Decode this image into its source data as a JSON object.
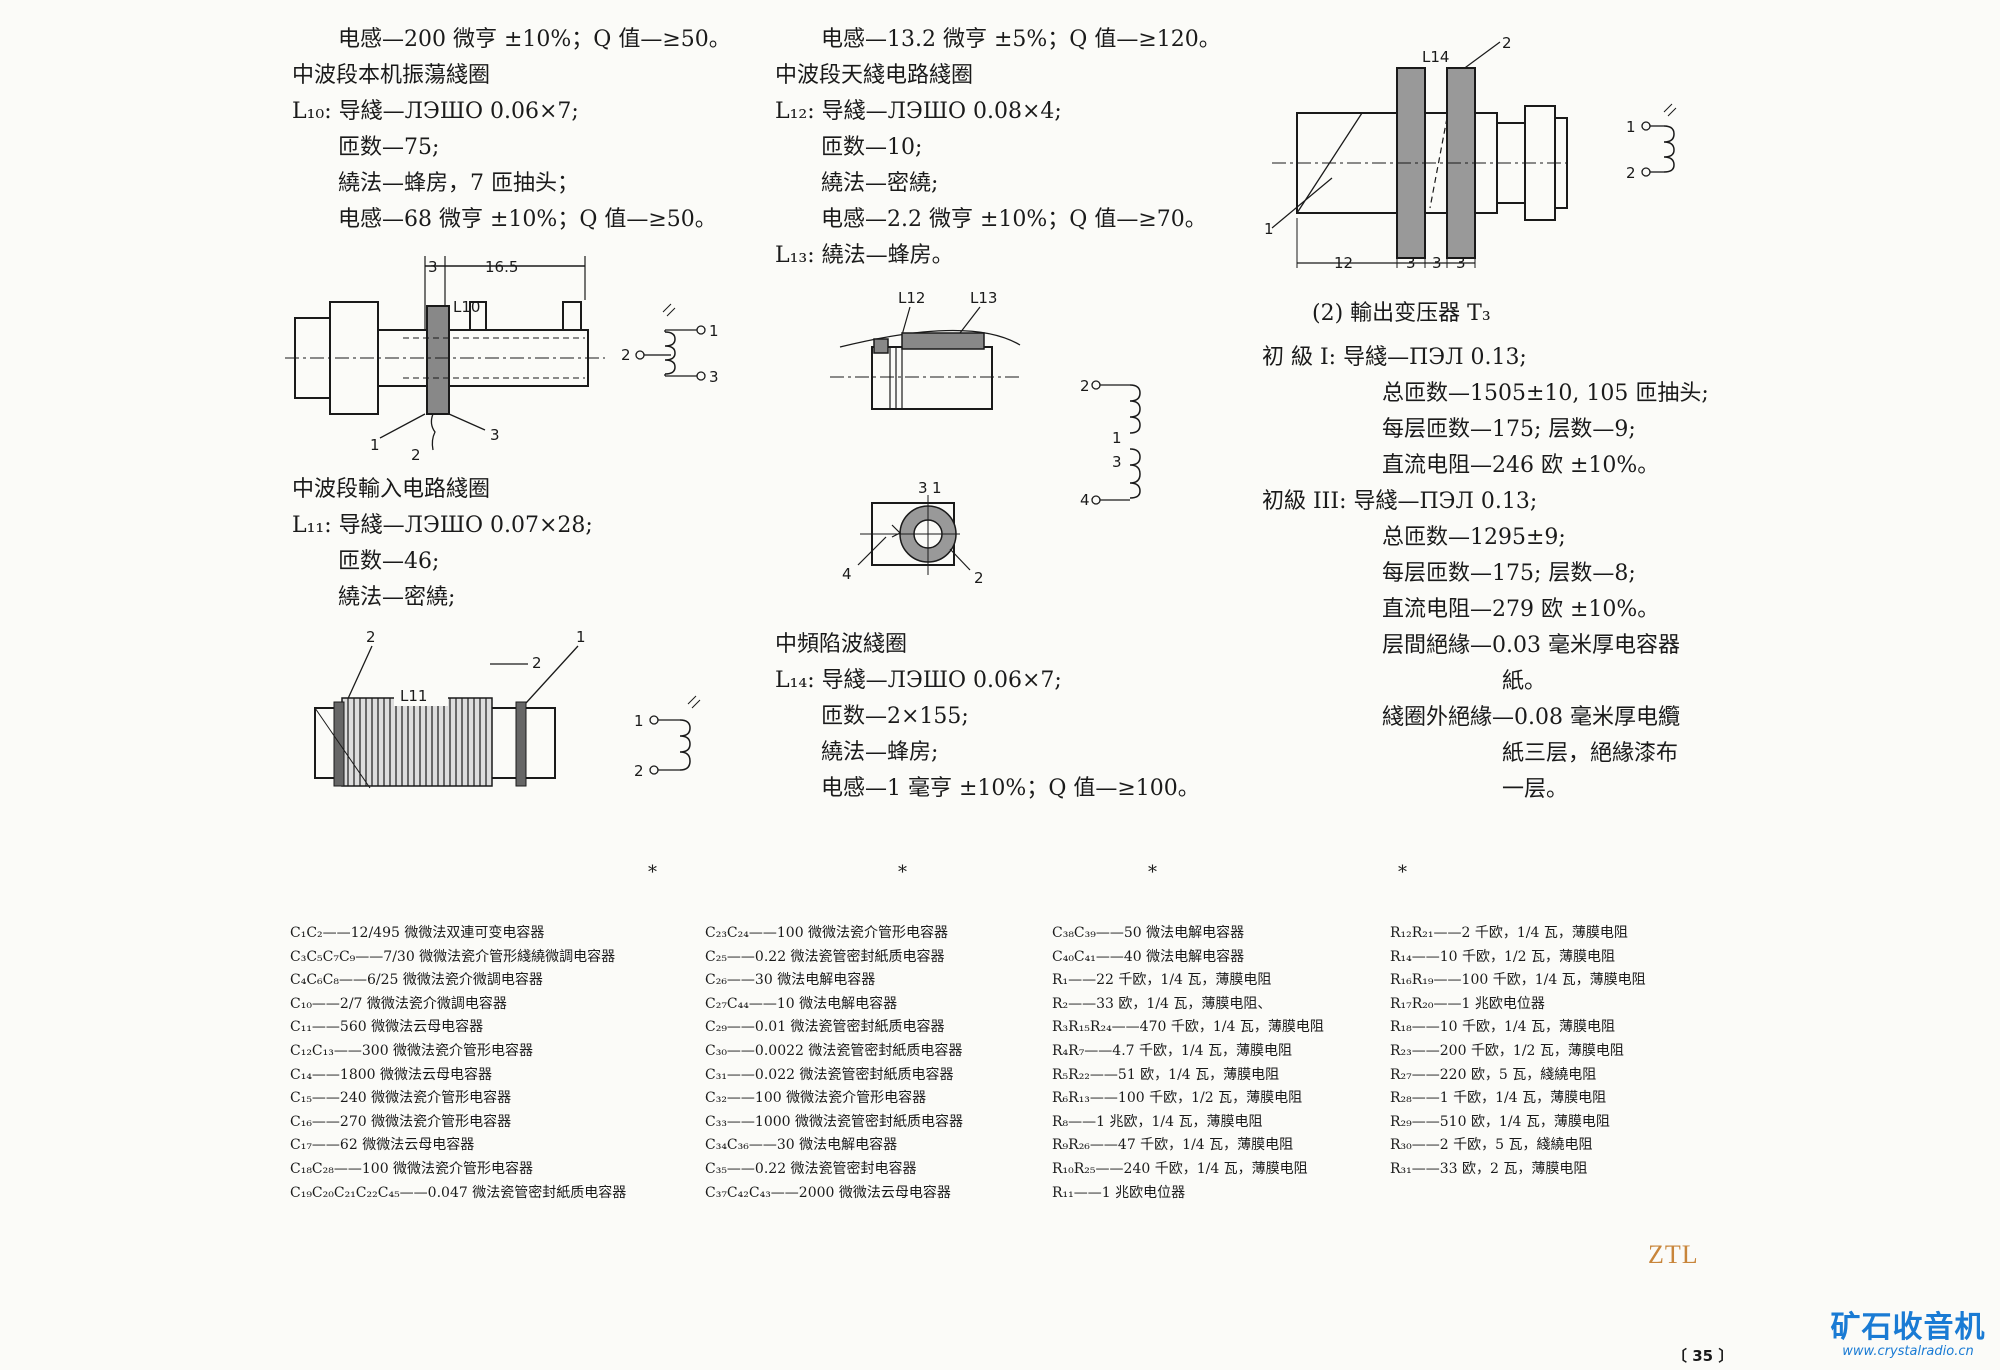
{
  "col1": {
    "lines_top": [
      "电感—200 微亨 ±10%；Q 值—≥50。",
      "中波段本机振蕩綫圈",
      "L₁₀: 导綫—ЛЭШО 0.06×7;",
      "匝数—75;",
      "繞法—蜂房，7 匝抽头；",
      "电感—68 微亨 ±10%；Q 值—≥50。"
    ],
    "lines_mid": [
      "中波段輸入电路綫圈",
      "L₁₁: 导綫—ЛЭШО 0.07×28;",
      "匝数—46;",
      "繞法—密繞;"
    ],
    "fig_l10": {
      "label": "L10",
      "dim1": "3",
      "dim2": "16.5",
      "p1": "1",
      "p2": "2",
      "p3": "3",
      "t1": "1",
      "t2": "2",
      "t3": "3"
    },
    "fig_l11": {
      "label": "L11",
      "p1": "1",
      "p2": "2",
      "p3": "2",
      "t1": "1",
      "t2": "2"
    }
  },
  "col2": {
    "lines_top": [
      "电感—13.2 微亨 ±5%；Q 值—≥120。",
      "中波段天綫电路綫圈",
      "L₁₂: 导綫—ЛЭШО 0.08×4;",
      "匝数—10;",
      "繞法—密繞;",
      "电感—2.2 微亨 ±10%；Q 值—≥70。",
      "L₁₃: 繞法—蜂房。"
    ],
    "fig_l12": {
      "l12": "L12",
      "l13": "L13",
      "t1": "1",
      "t2": "2",
      "t3": "3",
      "t4": "4",
      "b1": "3",
      "b2": "1",
      "b3": "4",
      "b4": "2"
    },
    "lines_bottom": [
      "中頻陷波綫圈",
      "L₁₄: 导綫—ЛЭШО 0.06×7;",
      "匝数—2×155;",
      "繞法—蜂房;",
      "电感—1 毫亨 ±10%；Q 值—≥100。"
    ]
  },
  "col3": {
    "fig_l14": {
      "label": "L14",
      "p1": "1",
      "p2": "2",
      "d1": "12",
      "d2": "3",
      "d3": "3",
      "d4": "3",
      "t1": "1",
      "t2": "2"
    },
    "caption": "(2) 輸出变压器 T₃",
    "lines": [
      {
        "text": "初 級 I: 导綫—ПЭЛ 0.13;",
        "indent": 0
      },
      {
        "text": "总匝数—1505±10, 105 匝抽头;",
        "indent": 2
      },
      {
        "text": "每层匝数—175; 层数—9;",
        "indent": 2
      },
      {
        "text": "直流电阻—246 欧 ±10%。",
        "indent": 2
      },
      {
        "text": "初級 III: 导綫—ПЭЛ 0.13;",
        "indent": 0
      },
      {
        "text": "总匝数—1295±9;",
        "indent": 2
      },
      {
        "text": "每层匝数—175; 层数—8;",
        "indent": 2
      },
      {
        "text": "直流电阻—279 欧 ±10%。",
        "indent": 2
      },
      {
        "text": "层間絕緣—0.03 毫米厚电容器",
        "indent": 2
      },
      {
        "text": "紙。",
        "indent": 3
      },
      {
        "text": "綫圈外絕緣—0.08 毫米厚电纜",
        "indent": 2
      },
      {
        "text": "紙三层，絕緣漆布",
        "indent": 3
      },
      {
        "text": "一层。",
        "indent": 3
      }
    ]
  },
  "separator": "*",
  "parts": [
    [
      "C₁C₂——12/495 微微法双連可变电容器",
      "C₃C₅C₇C₉——7/30 微微法瓷介管形綫繞微調电容器",
      "C₄C₆C₈——6/25 微微法瓷介微調电容器",
      "C₁₀——2/7 微微法瓷介微調电容器",
      "C₁₁——560 微微法云母电容器",
      "C₁₂C₁₃——300 微微法瓷介管形电容器",
      "C₁₄——1800 微微法云母电容器",
      "C₁₅——240 微微法瓷介管形电容器",
      "C₁₆——270 微微法瓷介管形电容器",
      "C₁₇——62 微微法云母电容器",
      "C₁₈C₂₈——100 微微法瓷介管形电容器",
      "C₁₉C₂₀C₂₁C₂₂C₄₅——0.047 微法瓷管密封紙质电容器"
    ],
    [
      "C₂₃C₂₄——100 微微法瓷介管形电容器",
      "C₂₅——0.22 微法瓷管密封紙质电容器",
      "C₂₆——30 微法电解电容器",
      "C₂₇C₄₄——10 微法电解电容器",
      "C₂₉——0.01 微法瓷管密封紙质电容器",
      "C₃₀——0.0022 微法瓷管密封紙质电容器",
      "C₃₁——0.022 微法瓷管密封紙质电容器",
      "C₃₂——100 微微法瓷介管形电容器",
      "C₃₃——1000 微微法瓷管密封紙质电容器",
      "C₃₄C₃₆——30 微法电解电容器",
      "C₃₅——0.22 微法瓷管密封电容器",
      "C₃₇C₄₂C₄₃——2000 微微法云母电容器"
    ],
    [
      "C₃₈C₃₉——50 微法电解电容器",
      "C₄₀C₄₁——40 微法电解电容器",
      "R₁——22 千欧，1/4 瓦，薄膜电阻",
      "R₂——33 欧，1/4 瓦，薄膜电阻、",
      "R₃R₁₅R₂₄——470 千欧，1/4 瓦，薄膜电阻",
      "R₄R₇——4.7 千欧，1/4 瓦，薄膜电阻",
      "R₅R₂₂——51 欧，1/4 瓦，薄膜电阻",
      "R₆R₁₃——100 千欧，1/2 瓦，薄膜电阻",
      "R₈——1 兆欧，1/4 瓦，薄膜电阻",
      "R₉R₂₆——47 千欧，1/4 瓦，薄膜电阻",
      "R₁₀R₂₅——240 千欧，1/4 瓦，薄膜电阻",
      "R₁₁——1 兆欧电位器"
    ],
    [
      "R₁₂R₂₁——2 千欧，1/4 瓦，薄膜电阻",
      "R₁₄——10 千欧，1/2 瓦，薄膜电阻",
      "R₁₆R₁₉——100 千欧，1/4 瓦，薄膜电阻",
      "R₁₇R₂₀——1 兆欧电位器",
      "R₁₈——10 千欧，1/4 瓦，薄膜电阻",
      "R₂₃——200 千欧，1/2 瓦，薄膜电阻",
      "R₂₇——220 欧，5 瓦，綫繞电阻",
      "R₂₈——1 千欧，1/4 瓦，薄膜电阻",
      "R₂₉——510 欧，1/4 瓦，薄膜电阻",
      "R₃₀——2 千欧，5 瓦，綫繞电阻",
      "R₃₁——33 欧，2 瓦，薄膜电阻"
    ]
  ],
  "stamp": "ZTL",
  "page_number": "〔 35 〕",
  "logo": {
    "name": "矿石收音机",
    "url": "www.crystalradio.cn"
  }
}
